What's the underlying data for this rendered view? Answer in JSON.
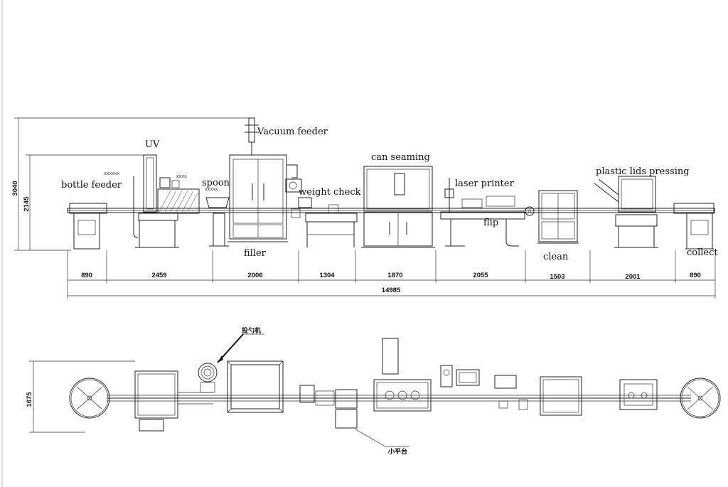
{
  "elevation_view": {
    "labels": {
      "uv": "UV",
      "vacuum_feeder": "Vacuum feeder",
      "can_seaming": "can seaming",
      "bottle_feeder": "bottle feeder",
      "spoon": "spoon",
      "weight_check": "weight check",
      "laser_printer": "laser printer",
      "plastic_lids_pressing": "plastic lids pressing",
      "flip": "flip",
      "filler": "filler",
      "clean": "clean",
      "collect": "collect"
    },
    "tiny_labels": [
      "XXXXXX",
      "XXXX",
      "XXXXX"
    ],
    "height_dims": [
      "3040",
      "2145"
    ],
    "segment_dims": [
      "890",
      "2459",
      "2006",
      "1304",
      "1870",
      "2055",
      "1503",
      "2001",
      "890"
    ],
    "total_length": "14985"
  },
  "plan_view": {
    "width_dim": "1675",
    "spoon_machine_cn": "投勺机",
    "small_platform_cn": "小平台"
  }
}
